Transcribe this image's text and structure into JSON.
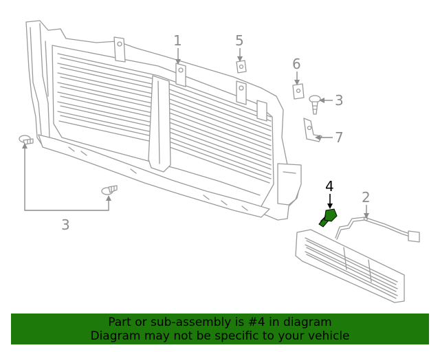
{
  "banner": {
    "line1": "Part or sub-assembly is #4 in diagram",
    "line2": "Diagram may not be specific to your vehicle",
    "background": "#1d7a0a"
  },
  "callouts": {
    "c1": "1",
    "c5": "5",
    "c6": "6",
    "c3_top": "3",
    "c7": "7",
    "c4": "4",
    "c2": "2",
    "c3_bottom": "3"
  },
  "highlight": {
    "part_number": "4",
    "color": "#1d7a0a"
  }
}
